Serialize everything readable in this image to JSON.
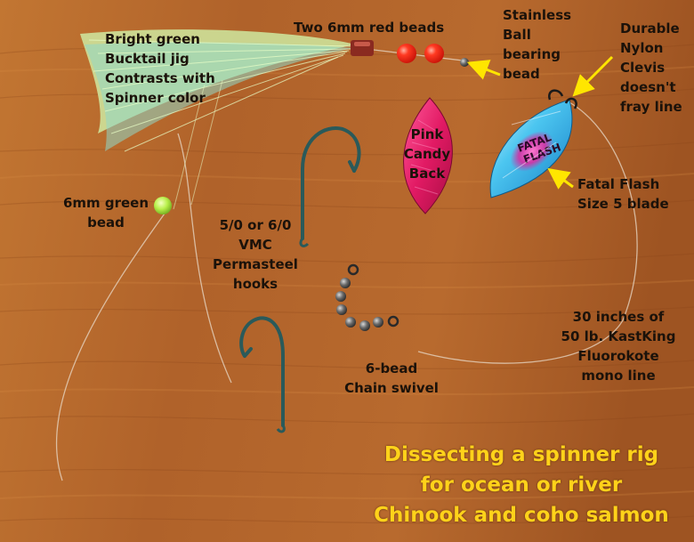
{
  "labels": {
    "bucktail": [
      "Bright green",
      "Bucktail jig",
      "Contrasts with",
      "Spinner color"
    ],
    "red_beads": "Two 6mm red beads",
    "ball_bead": [
      "Stainless",
      "Ball",
      "bearing",
      "bead"
    ],
    "clevis": [
      "Durable",
      "Nylon",
      "Clevis",
      "doesn't",
      "fray line"
    ],
    "pink_back": [
      "Pink",
      "Candy",
      "Back"
    ],
    "green_bead": [
      "6mm green",
      "bead"
    ],
    "hooks": [
      "5/0 or 6/0",
      "VMC",
      "Permasteel",
      "hooks"
    ],
    "blade": [
      "Fatal Flash",
      "Size 5 blade"
    ],
    "line": [
      "30 inches of",
      "50 lb. KastKing",
      "Fluorokote",
      "mono line"
    ],
    "swivel": [
      "6-bead",
      "Chain swivel"
    ],
    "caption": [
      "Dissecting a spinner rig",
      "for ocean or river",
      "Chinook and coho salmon"
    ],
    "blade_logo": [
      "FATAL",
      "FLASH"
    ]
  },
  "colors": {
    "wood": "#b5652a",
    "label_text": "#1b120a",
    "caption_text": "#ffd21a",
    "arrow": "#ffe600",
    "bucktail_green": "#cfe9a0",
    "bucktail_cyan": "#8fd8c8",
    "red_bead": "#ff2a1a",
    "green_bead": "#b8f04a",
    "pink_blade": "#e8246e",
    "blue_blade": "#35b9e8",
    "hook_metal": "#2a5a5a"
  }
}
